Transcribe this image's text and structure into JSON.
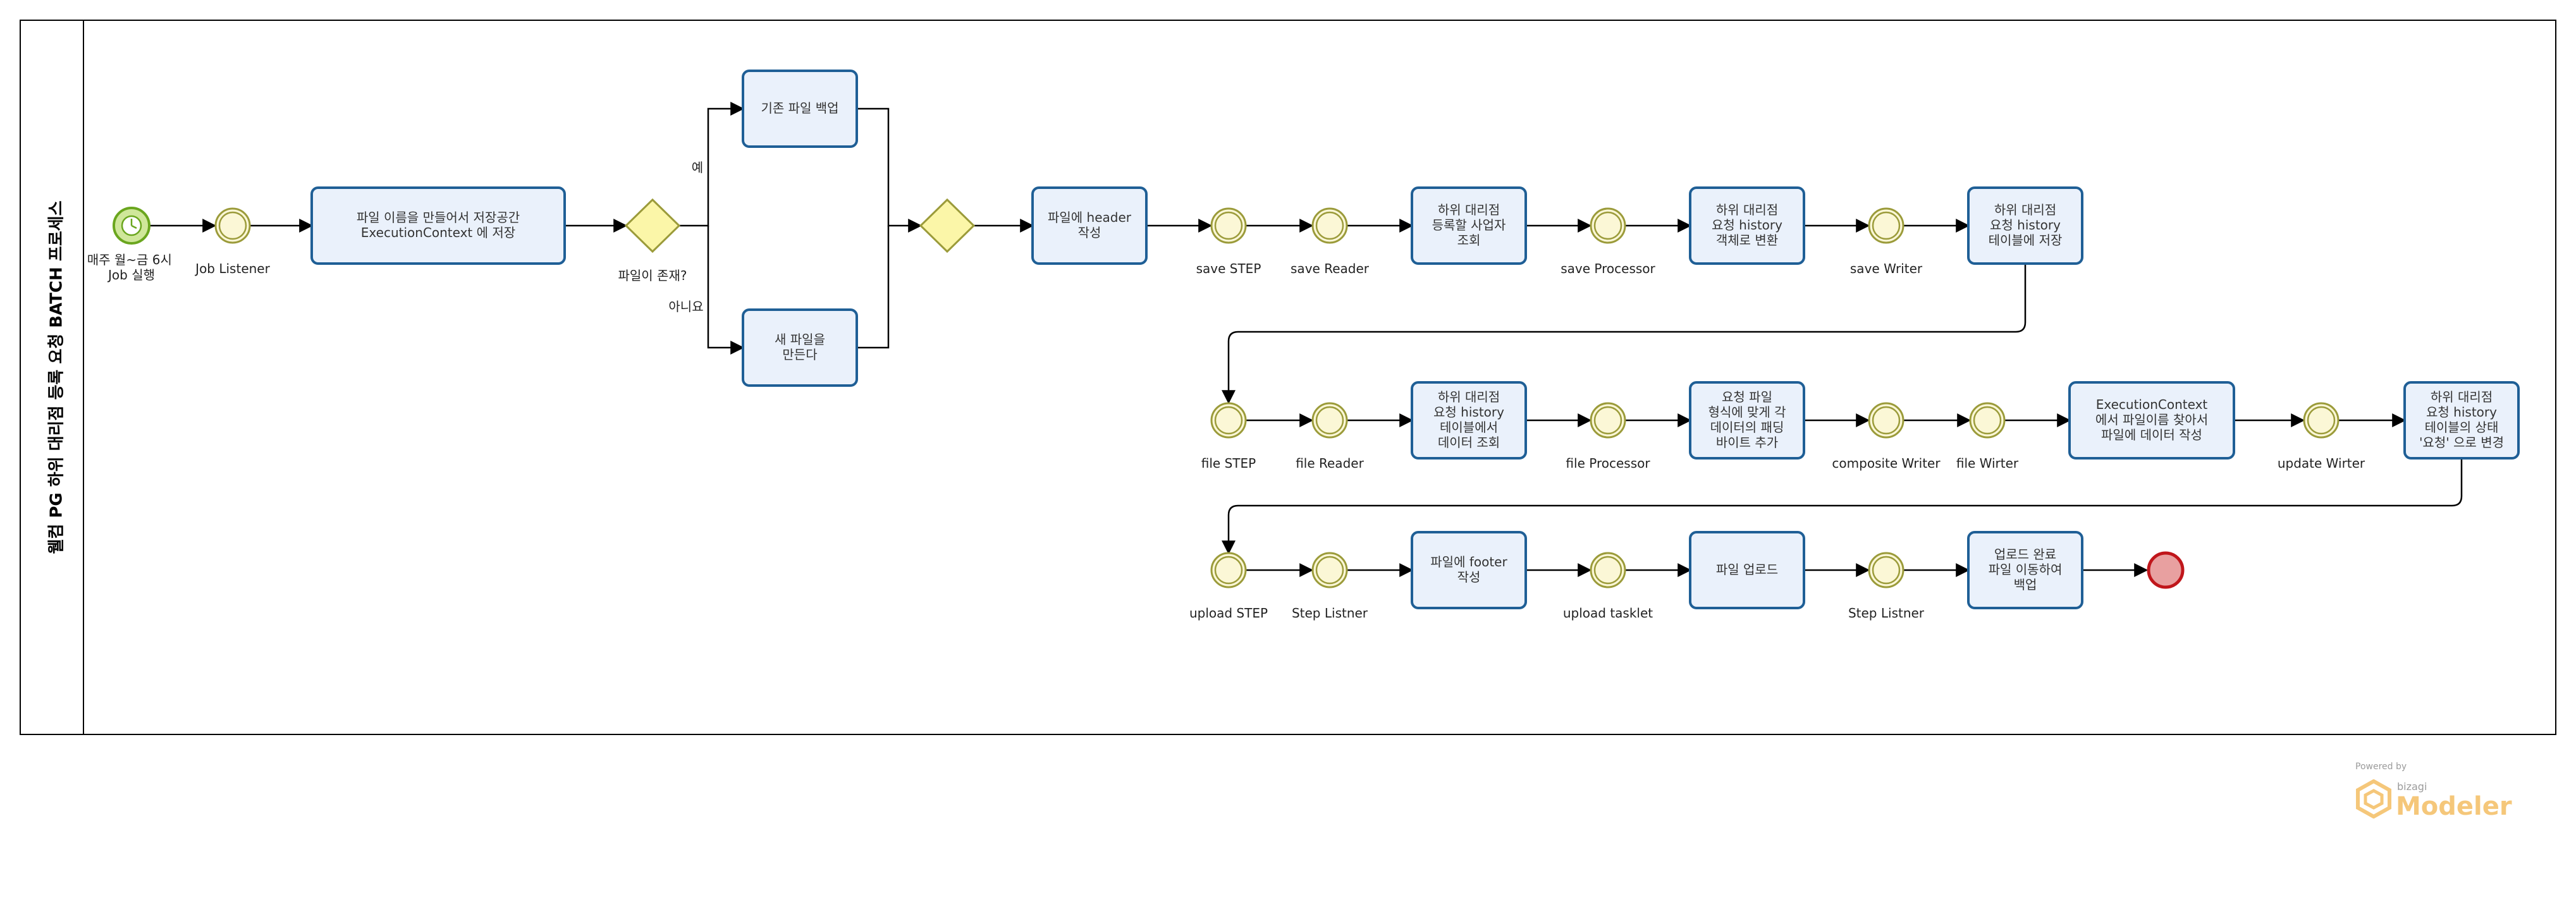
{
  "pool": {
    "title": "웰컴 PG 하위 대리점 등록 요청 BATCH 프로세스"
  },
  "start_event": {
    "label": "매주 월~금 6시\nJob 실행"
  },
  "gateways": {
    "file_exists": {
      "label": "파일이 존재?",
      "yes": "예",
      "no": "아니요"
    }
  },
  "tasks": {
    "t1": "파일 이름을 만들어서 저장공간\nExecutionContext 에 저장",
    "t2": "기존 파일 백업",
    "t3": "새 파일을\n만든다",
    "t4": "파일에 header\n작성",
    "t5": "하위 대리점\n등록할 사업자\n조회",
    "t6": "하위 대리점\n요청 history\n객체로 변환",
    "t7": "하위 대리점\n요청 history\n테이블에 저장",
    "t8": "하위 대리점\n요청 history\n테이블에서\n데이터 조회",
    "t9": "요청 파일\n형식에 맞게 각\n데이터의 패딩\n바이트 추가",
    "t10": "ExecutionContext\n에서 파일이름 찾아서\n파일에 데이터 작성",
    "t11": "하위 대리점\n요청 history\n테이블의 상태\n'요청' 으로 변경",
    "t12": "파일에 footer\n작성",
    "t13": "파일 업로드",
    "t14": "업로드 완료\n파일 이동하여\n백업"
  },
  "events": {
    "e1": "Job Listener",
    "e2": "save STEP",
    "e3": "save Reader",
    "e4": "save Processor",
    "e5": "save Writer",
    "e6": "file STEP",
    "e7": "file Reader",
    "e8": "file Processor",
    "e9": "composite Writer",
    "e10": "file Wirter",
    "e11": "update Wirter",
    "e12": "upload STEP",
    "e13": "Step Listner",
    "e14": "upload tasklet",
    "e15": "Step Listner"
  },
  "branding": {
    "powered_by": "Powered by",
    "vendor": "bizagi",
    "product": "Modeler"
  },
  "colors": {
    "task_fill": "#eaf1fb",
    "task_stroke": "#1f5f96",
    "start_fill": "#cfe79a",
    "start_stroke": "#6aa61e",
    "intermediate_fill": "#fbf7d6",
    "intermediate_stroke": "#9b9b3a",
    "gateway_fill": "#fbf6a8",
    "gateway_stroke": "#9b9b3a",
    "end_fill": "#e8a0a0",
    "end_stroke": "#c0161b",
    "brand": "#f5a623"
  }
}
